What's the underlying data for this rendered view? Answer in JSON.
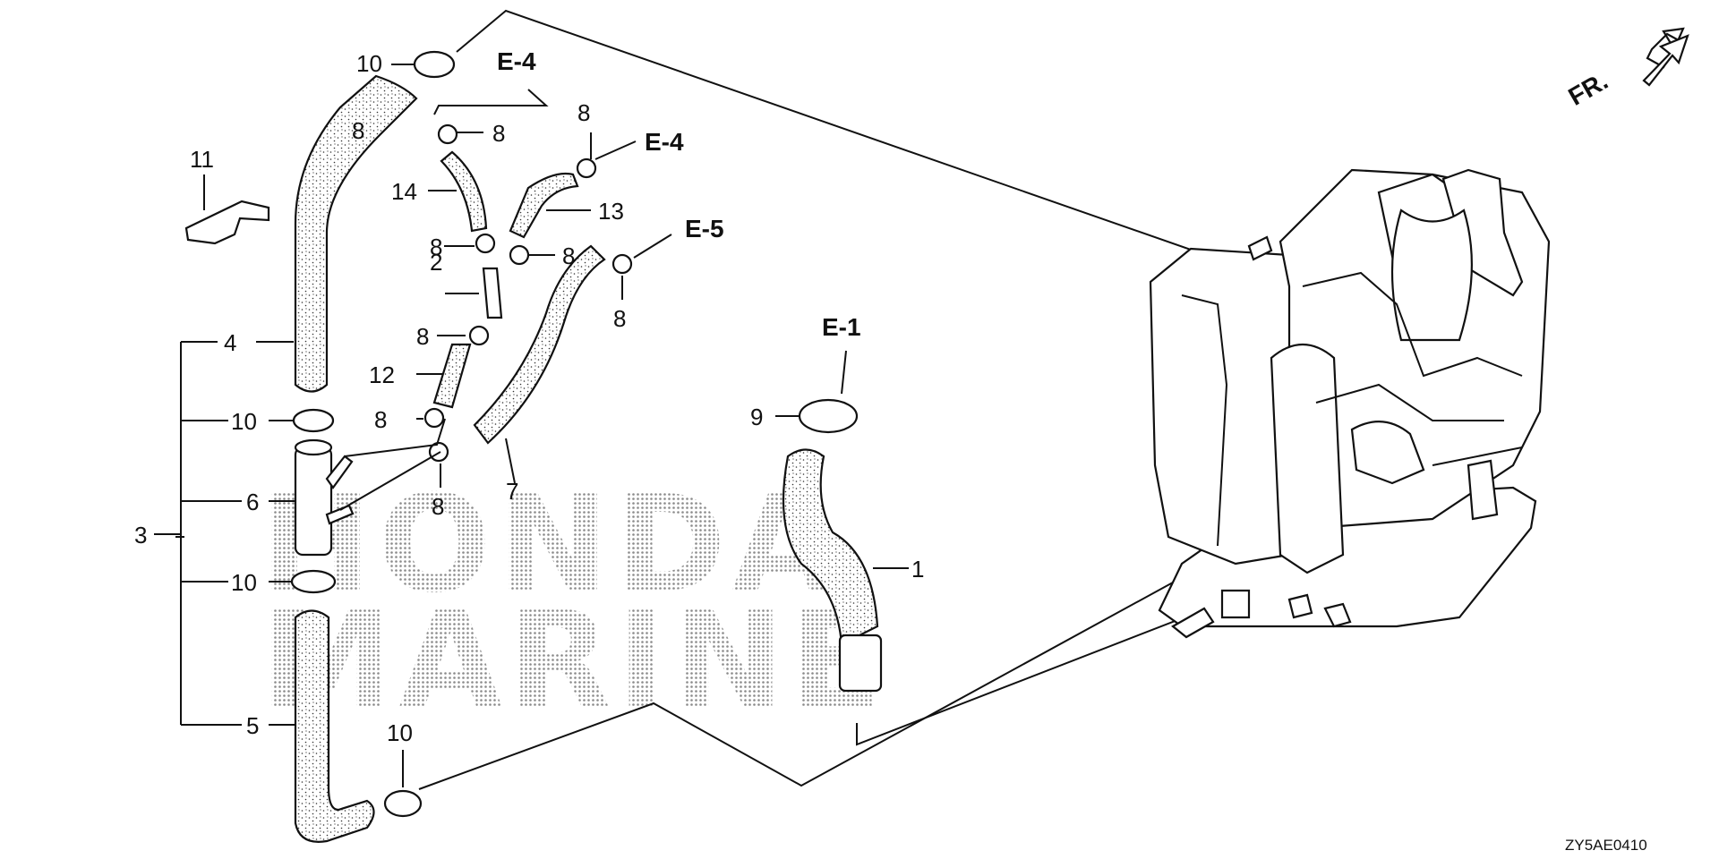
{
  "diagram_code": "ZY5AE0410",
  "front_label": "FR.",
  "watermark": {
    "line1": "HONDA",
    "line2": "MARINE"
  },
  "parts": [
    {
      "id": "p1",
      "text": "1"
    },
    {
      "id": "p2",
      "text": "2"
    },
    {
      "id": "p3",
      "text": "3"
    },
    {
      "id": "p4",
      "text": "4"
    },
    {
      "id": "p5",
      "text": "5"
    },
    {
      "id": "p6",
      "text": "6"
    },
    {
      "id": "p7",
      "text": "7"
    },
    {
      "id": "p8a",
      "text": "8"
    },
    {
      "id": "p8b",
      "text": "8"
    },
    {
      "id": "p8c",
      "text": "8"
    },
    {
      "id": "p8d",
      "text": "8"
    },
    {
      "id": "p8e",
      "text": "8"
    },
    {
      "id": "p8f",
      "text": "8"
    },
    {
      "id": "p8g",
      "text": "8"
    },
    {
      "id": "p8h",
      "text": "8"
    },
    {
      "id": "p8i",
      "text": "8"
    },
    {
      "id": "p9",
      "text": "9"
    },
    {
      "id": "p10a",
      "text": "10"
    },
    {
      "id": "p10b",
      "text": "10"
    },
    {
      "id": "p10c",
      "text": "10"
    },
    {
      "id": "p10d",
      "text": "10"
    },
    {
      "id": "p11",
      "text": "11"
    },
    {
      "id": "p12",
      "text": "12"
    },
    {
      "id": "p13",
      "text": "13"
    },
    {
      "id": "p14",
      "text": "14"
    }
  ],
  "refs": [
    {
      "id": "r1",
      "text": "E-4"
    },
    {
      "id": "r2",
      "text": "E-4"
    },
    {
      "id": "r3",
      "text": "E-5"
    },
    {
      "id": "r4",
      "text": "E-1"
    }
  ]
}
